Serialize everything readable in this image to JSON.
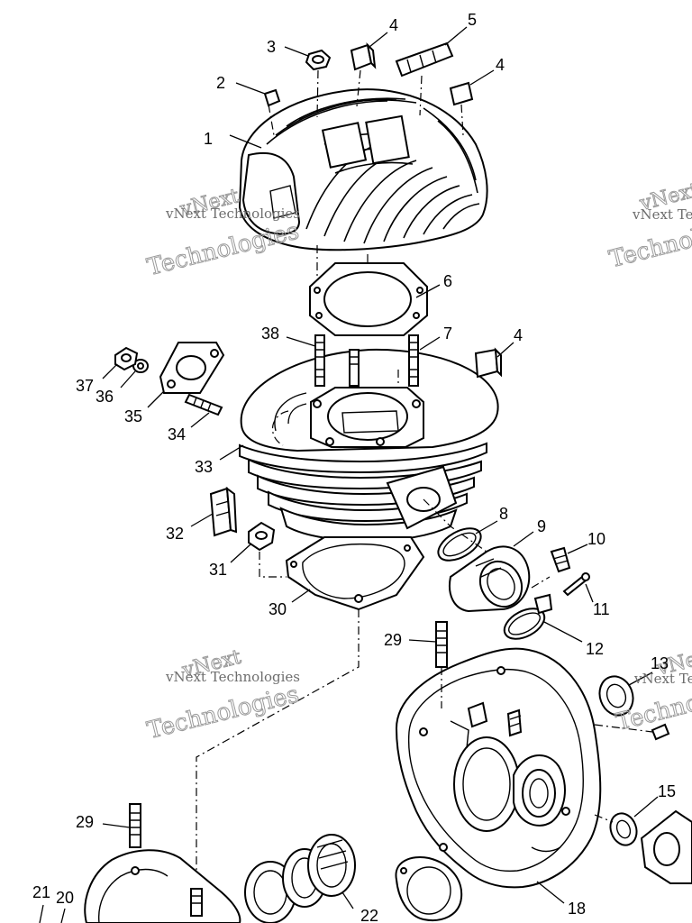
{
  "watermark": {
    "line1": "vNext Technologies",
    "line2": "Technologies",
    "line3": "vNext"
  },
  "labels": [
    {
      "id": "1",
      "text": "1"
    },
    {
      "id": "2",
      "text": "2"
    },
    {
      "id": "3",
      "text": "3"
    },
    {
      "id": "4a",
      "text": "4"
    },
    {
      "id": "4b",
      "text": "4"
    },
    {
      "id": "4c",
      "text": "4"
    },
    {
      "id": "5",
      "text": "5"
    },
    {
      "id": "6",
      "text": "6"
    },
    {
      "id": "7",
      "text": "7"
    },
    {
      "id": "8",
      "text": "8"
    },
    {
      "id": "9",
      "text": "9"
    },
    {
      "id": "10",
      "text": "10"
    },
    {
      "id": "11",
      "text": "11"
    },
    {
      "id": "12",
      "text": "12"
    },
    {
      "id": "13",
      "text": "13"
    },
    {
      "id": "15",
      "text": "15"
    },
    {
      "id": "18",
      "text": "18"
    },
    {
      "id": "20",
      "text": "20"
    },
    {
      "id": "21",
      "text": "21"
    },
    {
      "id": "22",
      "text": "22"
    },
    {
      "id": "29a",
      "text": "29"
    },
    {
      "id": "29b",
      "text": "29"
    },
    {
      "id": "30",
      "text": "30"
    },
    {
      "id": "31",
      "text": "31"
    },
    {
      "id": "32",
      "text": "32"
    },
    {
      "id": "33",
      "text": "33"
    },
    {
      "id": "34",
      "text": "34"
    },
    {
      "id": "35",
      "text": "35"
    },
    {
      "id": "36",
      "text": "36"
    },
    {
      "id": "37",
      "text": "37"
    },
    {
      "id": "38",
      "text": "38"
    }
  ]
}
